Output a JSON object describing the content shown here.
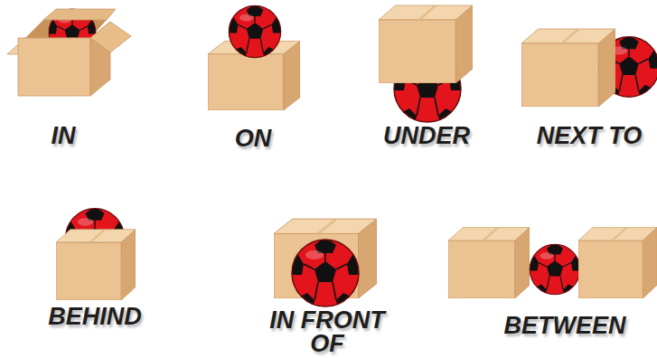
{
  "diagram": {
    "labels": [
      "IN",
      "ON",
      "UNDER",
      "NEXT TO",
      "BEHIND",
      "IN FRONT OF",
      "BETWEEN"
    ]
  }
}
